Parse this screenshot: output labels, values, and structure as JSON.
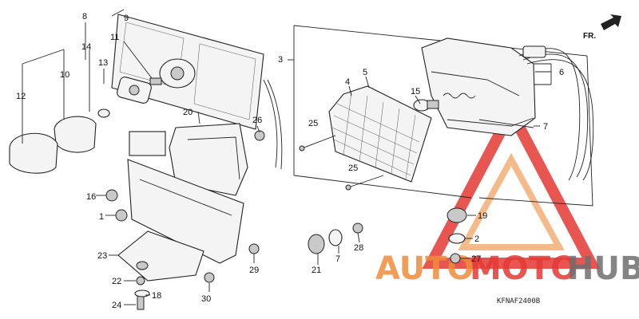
{
  "direction_marker": "FR.",
  "diagram_code": "KFNAF2400B",
  "watermark": {
    "word_auto": "AUTO",
    "word_moto": "MOTO",
    "word_hub": "HUB",
    "color_primary": "#f08c3a",
    "color_secondary": "#e53935",
    "color_hub": "#6f6f6f"
  },
  "callouts": {
    "c1": "1",
    "c2": "2",
    "c3": "3",
    "c4": "4",
    "c5": "5",
    "c6": "6",
    "c7": "7",
    "c7b": "7",
    "c8": "8",
    "c9": "9",
    "c10": "10",
    "c11": "11",
    "c12": "12",
    "c13": "13",
    "c14": "14",
    "c15": "15",
    "c16": "16",
    "c18": "18",
    "c19": "19",
    "c20": "20",
    "c21": "21",
    "c22": "22",
    "c23": "23",
    "c24": "24",
    "c25a": "25",
    "c25b": "25",
    "c26": "26",
    "c27": "27",
    "c28": "28",
    "c29": "29",
    "c30": "30"
  }
}
